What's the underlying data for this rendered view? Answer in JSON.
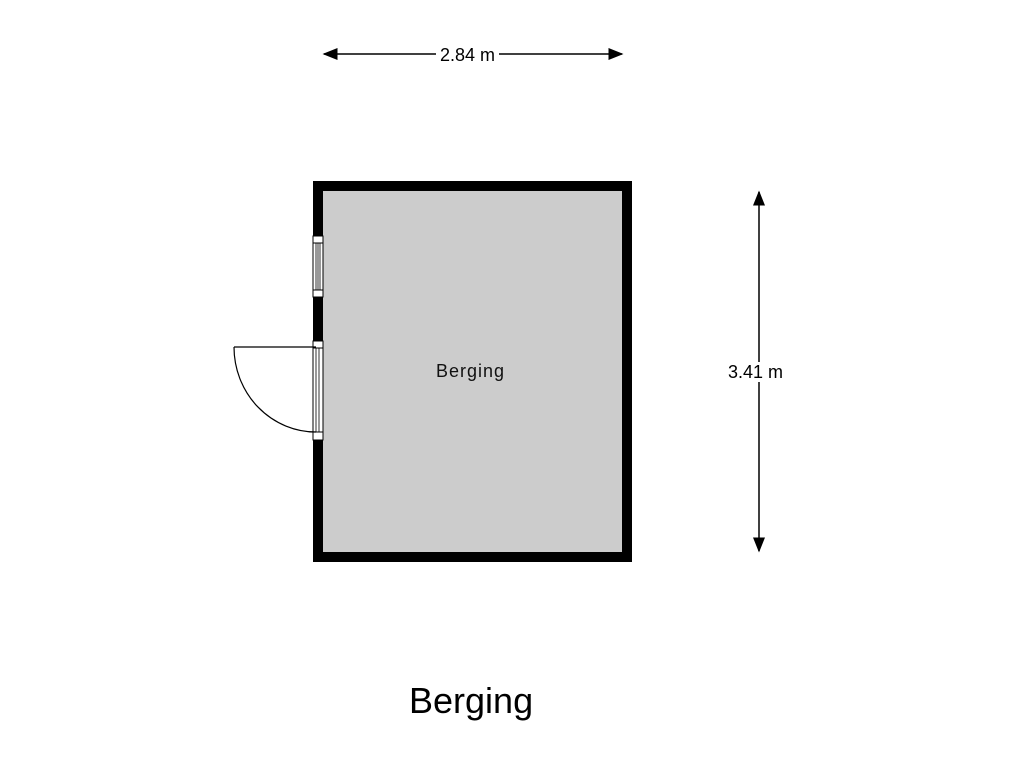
{
  "plan": {
    "title": "Berging",
    "room_label": "Berging",
    "width_dimension": "2.84 m",
    "height_dimension": "3.41 m"
  },
  "colors": {
    "floor": "#cccccc",
    "wall": "#000000"
  }
}
